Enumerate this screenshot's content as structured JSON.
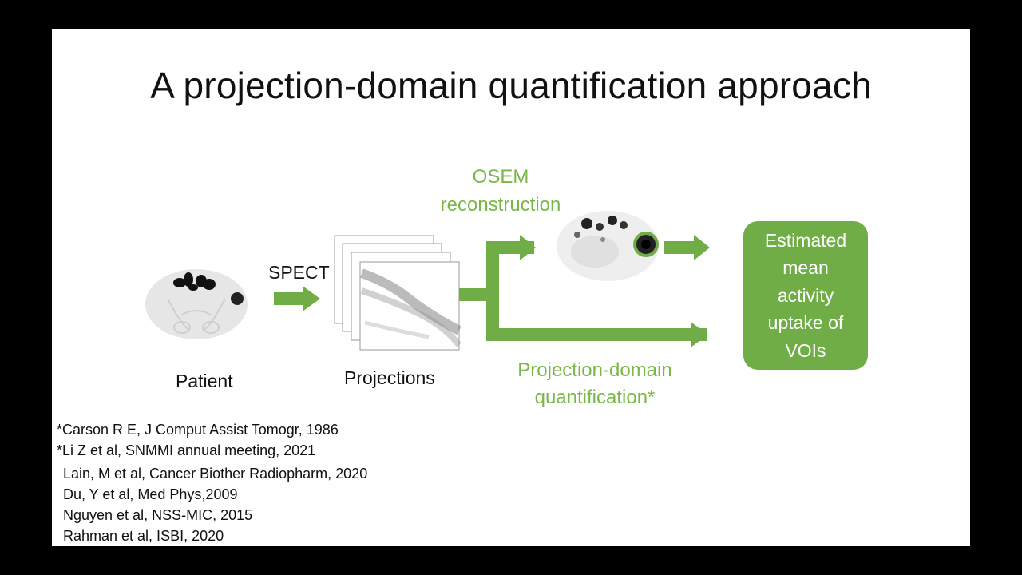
{
  "slide": {
    "title": "A projection-domain quantification approach"
  },
  "diagram": {
    "patient_label": "Patient",
    "spect_label": "SPECT",
    "projections_label": "Projections",
    "osem_label": [
      "OSEM",
      "reconstruction"
    ],
    "projection_domain_label": [
      "Projection-domain",
      "quantification*"
    ],
    "result_label": [
      "Estimated",
      "mean",
      "activity",
      "uptake of",
      "VOIs"
    ]
  },
  "references": {
    "starred": [
      "*Carson R E, J Comput Assist Tomogr, 1986",
      "*Li Z et al, SNMMI annual meeting, 2021"
    ],
    "other": [
      "Lain, M et al, Cancer Biother Radiopharm, 2020",
      "Du, Y et al, Med Phys,2009",
      "Nguyen et al, NSS-MIC, 2015",
      "Rahman et al, ISBI, 2020"
    ]
  },
  "colors": {
    "accent_green": "#70ad47",
    "label_green": "#7ab648",
    "background": "#ffffff",
    "frame": "#000000"
  }
}
